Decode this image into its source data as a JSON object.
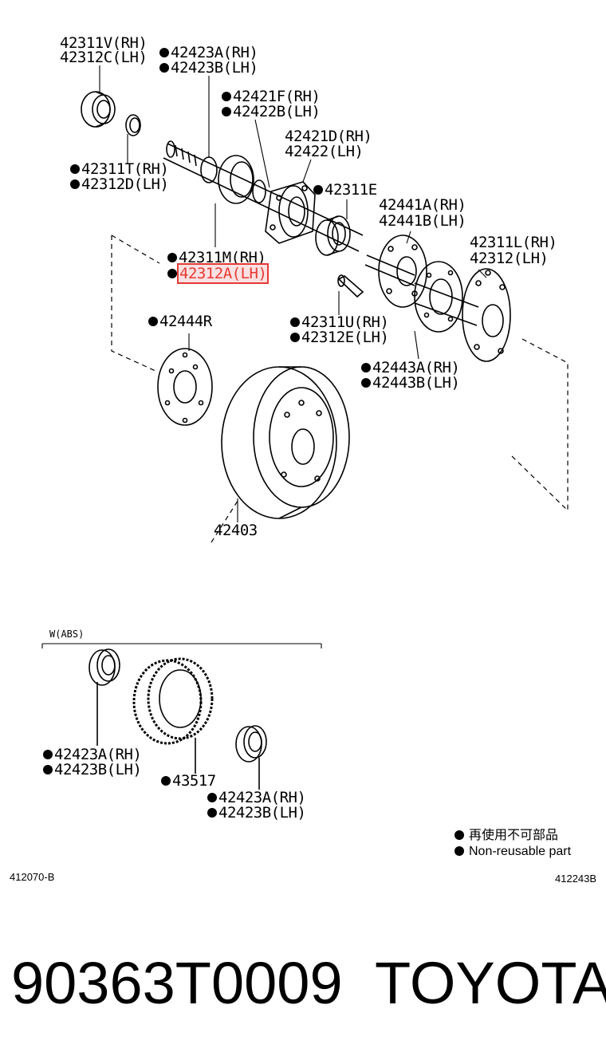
{
  "labels": {
    "p42311V": "42311V(RH)",
    "p42312C": "42312C(LH)",
    "p42423A_top": "42423A(RH)",
    "p42423B_top": "42423B(LH)",
    "p42421F": "42421F(RH)",
    "p42422B": "42422B(LH)",
    "p42421D": "42421D(RH)",
    "p42422": "42422(LH)",
    "p42311T": "42311T(RH)",
    "p42312D": "42312D(LH)",
    "p42311E": "42311E",
    "p42441A": "42441A(RH)",
    "p42441B": "42441B(LH)",
    "p42311L": "42311L(RH)",
    "p42312": "42312(LH)",
    "p42311M": "42311M(RH)",
    "p42312A": "42312A(LH)",
    "p42444R": "42444R",
    "p42311U": "42311U(RH)",
    "p42312E": "42312E(LH)",
    "p42443A": "42443A(RH)",
    "p42443B": "42443B(LH)",
    "p42403": "42403",
    "abs_range": "W(ABS)",
    "p42423A_l": "42423A(RH)",
    "p42423B_l": "42423B(LH)",
    "p43517": "43517",
    "p42423A_r": "42423A(RH)",
    "p42423B_r": "42423B(LH)"
  },
  "legend": {
    "cn": "再使用不可部品",
    "en": "Non-reusable part"
  },
  "figure_codes": {
    "left": "412070-B",
    "right": "412243B"
  },
  "footer": {
    "part_number": "90363T0009",
    "brand": "TOYOTA"
  },
  "colors": {
    "highlight": "#e53935",
    "ink": "#000000"
  }
}
